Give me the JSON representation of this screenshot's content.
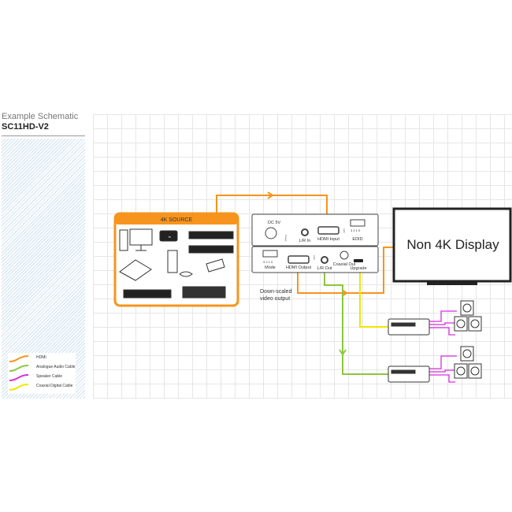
{
  "header": {
    "subtitle": "Example Schematic",
    "title": "SC11HD-V2"
  },
  "legend": [
    {
      "label": "HDMI",
      "color": "#f7941d"
    },
    {
      "label": "Analogue Audio Cable",
      "color": "#8dc63f"
    },
    {
      "label": "Speaker Cable",
      "color": "#d62ee0"
    },
    {
      "label": "Coaxial Digital Cable",
      "color": "#f2e500"
    }
  ],
  "source": {
    "title": "4K SOURCE",
    "tv_badge": "tv"
  },
  "device": {
    "top_ports": [
      "DC 5V",
      "Power",
      "L/R In",
      "HDMI Input",
      "Link",
      "EDID"
    ],
    "bottom_ports": [
      "Mode",
      "HDMI Output",
      "Link",
      "L/R Out",
      "Coaxial Out",
      "Upgrade"
    ],
    "dip_numbers": "3 2 1 0"
  },
  "note": {
    "line1": "Down-scaled",
    "line2": "video output"
  },
  "display": {
    "label": "Non 4K Display"
  }
}
